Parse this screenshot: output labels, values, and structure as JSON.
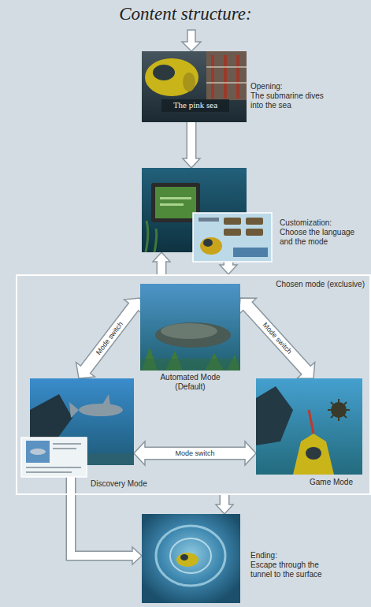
{
  "diagram": {
    "title": "Content structure:",
    "nodes": [
      {
        "text": [
          "Opening:",
          "The submarine dives into the sea"
        ]
      },
      {
        "text": [
          "Customization:",
          "Choose the language and the mode"
        ]
      },
      {
        "text": [
          "Chosen mode (exclusive)"
        ]
      },
      {
        "text": [
          "Automated Mode (Default)"
        ],
        "in": 2
      },
      {
        "text": [
          "Discovery Mode"
        ],
        "in": 2
      },
      {
        "text": [
          "Game Mode"
        ],
        "in": 2
      },
      {
        "text": [
          "Ending:",
          "Escape through the tunnel to the surface"
        ]
      }
    ],
    "edges": [
      {
        "from": 0,
        "to": 1,
        "arrow": "to"
      },
      {
        "from": 1,
        "to": 2,
        "arrow": "to"
      },
      {
        "from": 2,
        "to": 1,
        "arrow": "to"
      },
      {
        "from": 3,
        "to": 4,
        "arrow": "both",
        "label": "Mode switch"
      },
      {
        "from": 3,
        "to": 5,
        "arrow": "both",
        "label": "Mode switch"
      },
      {
        "from": 4,
        "to": 5,
        "arrow": "both",
        "label": "Mode switch"
      },
      {
        "from": 4,
        "to": 6,
        "arrow": "to"
      },
      {
        "from": 2,
        "to": 6,
        "arrow": "to"
      }
    ],
    "labels": [
      "The pink sea"
    ]
  }
}
